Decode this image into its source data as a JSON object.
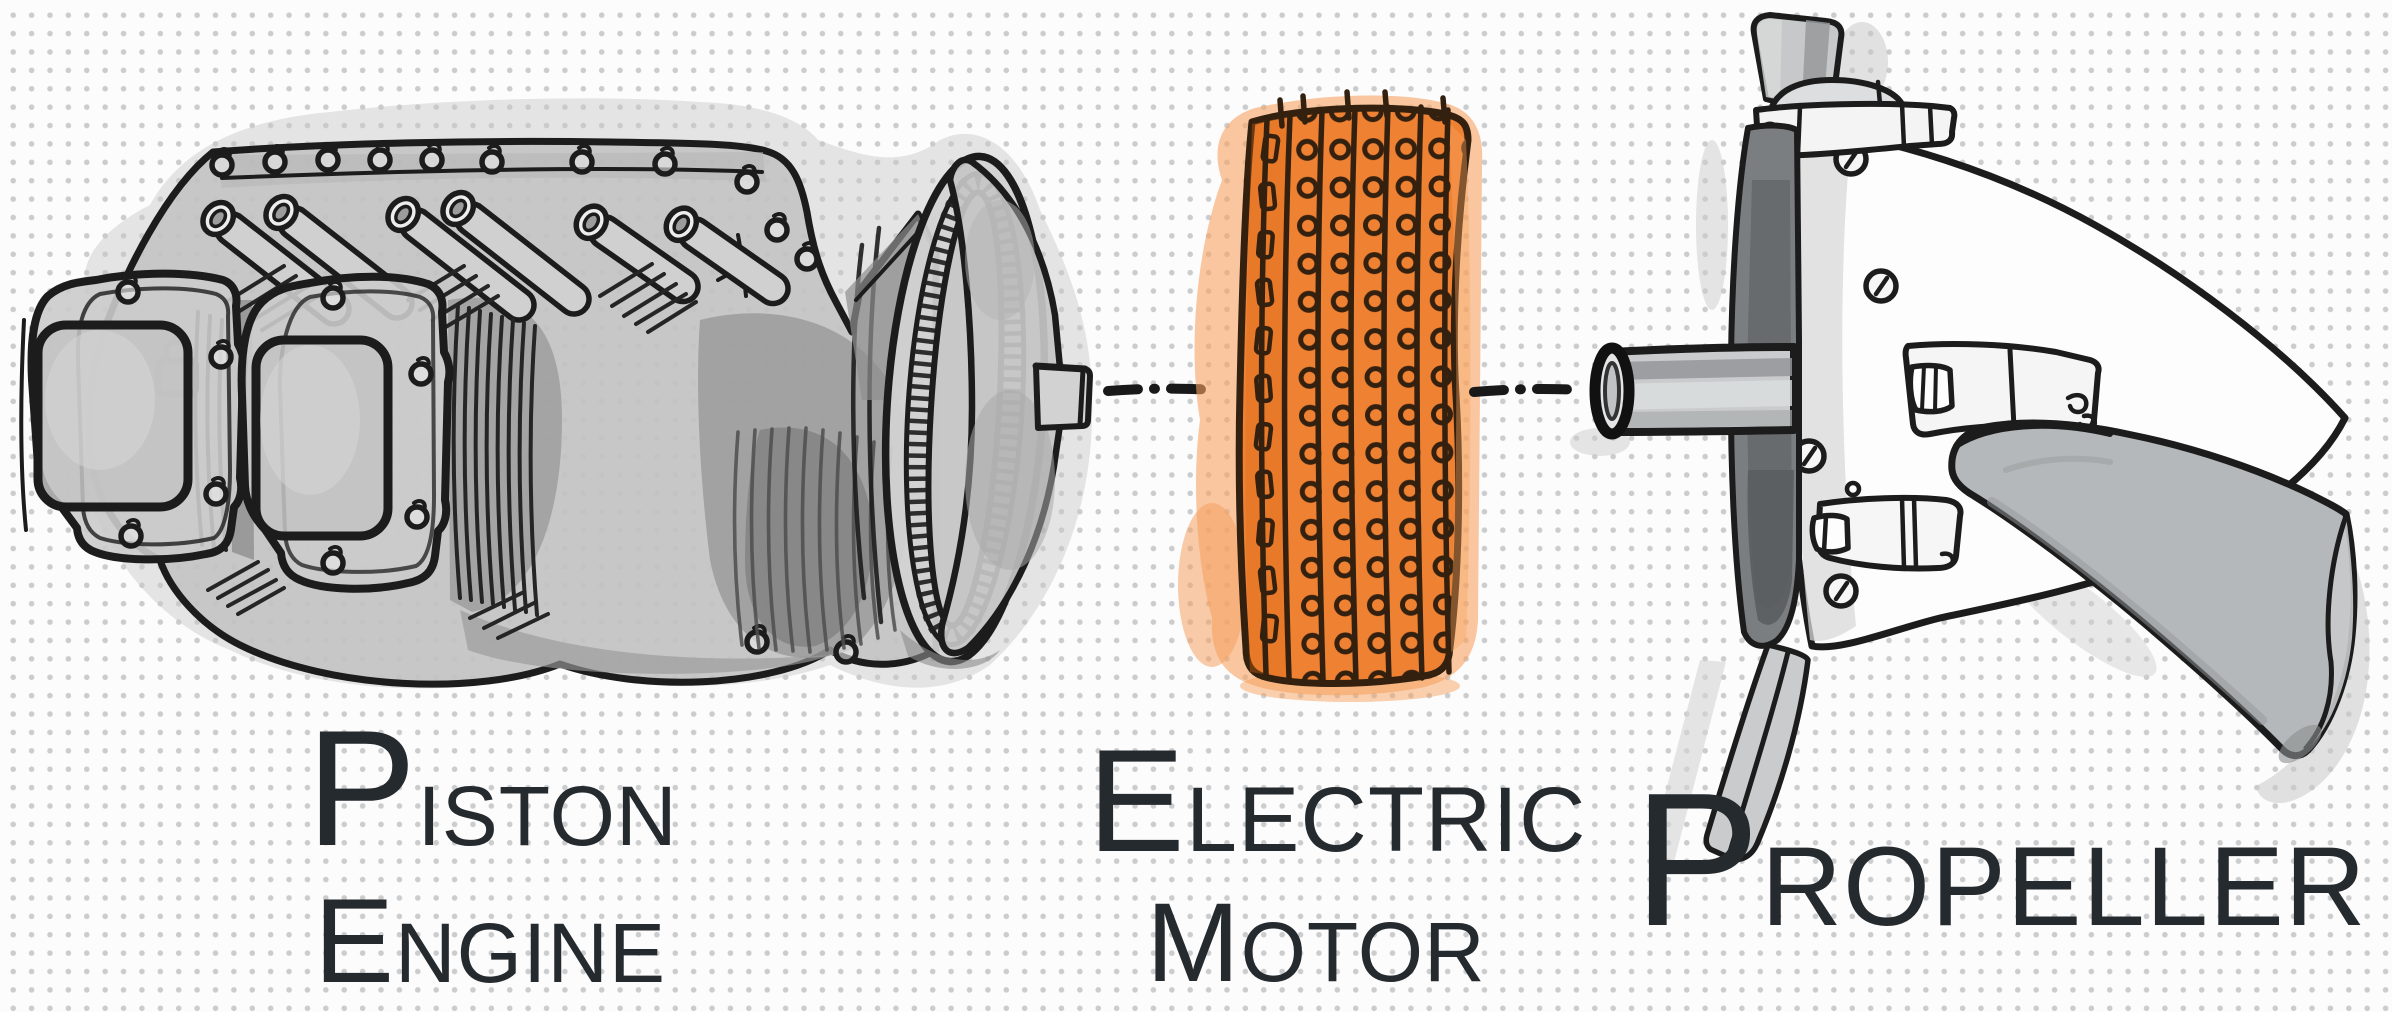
{
  "diagram": {
    "items": [
      {
        "id": "piston-engine",
        "label": "Piston Engine",
        "label_lines": [
          {
            "initial": "P",
            "rest": "ISTON"
          },
          {
            "initial": "E",
            "rest": "NGINE"
          }
        ],
        "style": "grayscale-sketch"
      },
      {
        "id": "electric-motor",
        "label": "Electric Motor",
        "label_lines": [
          {
            "initial": "E",
            "rest": "LECTRIC"
          },
          {
            "initial": "M",
            "rest": "OTOR"
          }
        ],
        "style": "orange-highlighted-sketch"
      },
      {
        "id": "propeller",
        "label": "Propeller",
        "label_lines": [
          {
            "initial": "P",
            "rest": "ROPELLER"
          }
        ],
        "style": "grayscale-sketch"
      }
    ],
    "connectors": [
      {
        "between": [
          "piston-engine",
          "electric-motor"
        ],
        "style": "dash-dot"
      },
      {
        "between": [
          "electric-motor",
          "propeller"
        ],
        "style": "dash-dot"
      }
    ],
    "colors": {
      "ink": "#1c1c1c",
      "motor_ink": "#33200f",
      "accent_orange": "#ef8133",
      "accent_orange_bleed": "#f6a160",
      "sketch_gray_light": "#cccccc",
      "sketch_gray_mid": "#a7a7a7",
      "sketch_gray_dark": "#7c7f82",
      "label_text": "#252a2e",
      "dot_grid": "#cbcccd",
      "background": "#fcfcfc"
    }
  }
}
